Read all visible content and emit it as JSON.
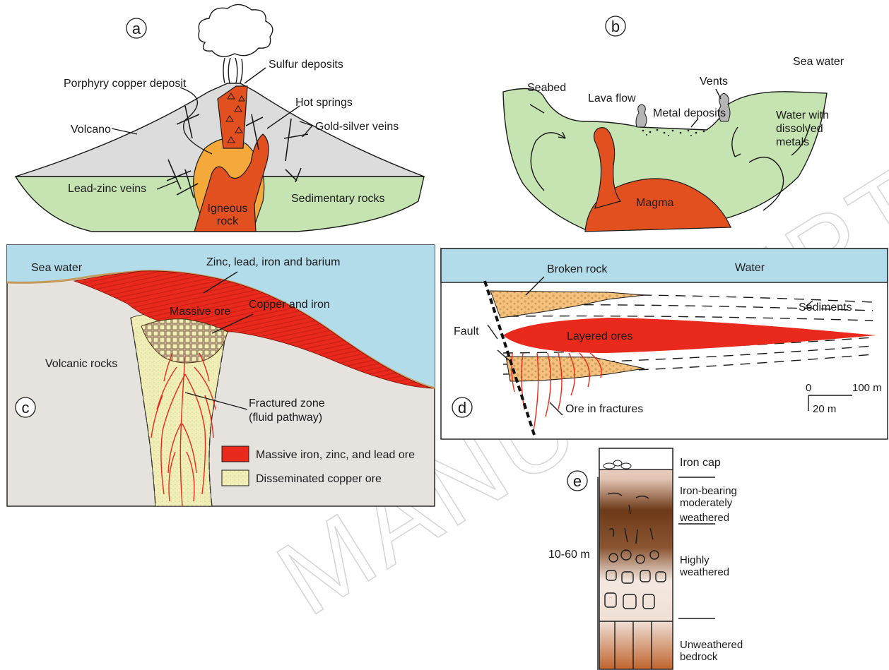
{
  "panel_a": {
    "letter": "a",
    "labels": {
      "sulfur": "Sulfur deposits",
      "hot_springs": "Hot springs",
      "porphyry": "Porphyry copper deposit",
      "volcano": "Volcano",
      "gold_silver": "Gold-silver veins",
      "lead_zinc": "Lead-zinc veins",
      "igneous_1": "Igneous",
      "igneous_2": "rock",
      "sedimentary": "Sedimentary rocks"
    }
  },
  "panel_b": {
    "letter": "b",
    "labels": {
      "sea_water": "Sea water",
      "seabed": "Seabed",
      "vents": "Vents",
      "lava_flow": "Lava flow",
      "metal_deposits": "Metal deposits",
      "water_1": "Water with",
      "water_2": "dissolved",
      "water_3": "metals",
      "magma": "Magma"
    }
  },
  "panel_c": {
    "letter": "c",
    "labels": {
      "sea_water": "Sea water",
      "zinc_lead": "Zinc, lead, iron and barium",
      "massive_ore": "Massive ore",
      "copper_iron": "Copper and iron",
      "volcanic": "Volcanic rocks",
      "fractured_1": "Fractured zone",
      "fractured_2": "(fluid pathway)"
    },
    "legend": [
      {
        "label": "Massive iron, zinc, and lead ore",
        "color": "#e8291c"
      },
      {
        "label": "Disseminated copper ore",
        "color": "#f1efb8"
      }
    ]
  },
  "panel_d": {
    "letter": "d",
    "labels": {
      "water": "Water",
      "broken_rock": "Broken rock",
      "sediments": "Sediments",
      "fault": "Fault",
      "layered": "Layered ores",
      "ore_fractures": "Ore in fractures"
    },
    "scale": {
      "zero": "0",
      "horizontal": "100 m",
      "vertical": "20 m"
    }
  },
  "panel_e": {
    "letter": "e",
    "depth": "10-60 m",
    "labels": {
      "iron_cap": "Iron cap",
      "iron_bearing_1": "Iron-bearing",
      "iron_bearing_2": "moderately",
      "iron_bearing_3": "weathered",
      "highly_1": "Highly",
      "highly_2": "weathered",
      "unweathered_1": "Unweathered",
      "unweathered_2": "bedrock"
    }
  },
  "watermark": "MANUSCRIPT",
  "colors": {
    "ground_green": "#c6e4b1",
    "volcano_grey": "#dcdcdc",
    "igneous_red": "#e3501f",
    "porphyry_orange": "#f5a93a",
    "sea_blue": "#b3dcea",
    "volcanic_grey": "#e6e3df",
    "ore_red": "#e8291c",
    "copper_yellow": "#f1efb8",
    "broken_orange": "#f4c27e"
  }
}
